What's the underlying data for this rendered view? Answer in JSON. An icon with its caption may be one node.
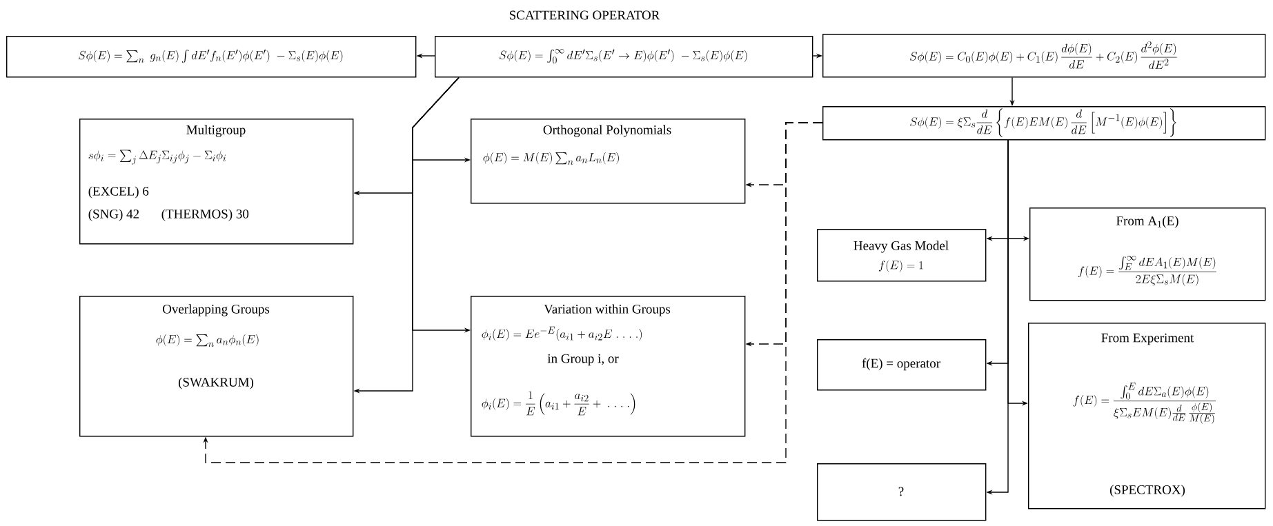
{
  "diagram": {
    "title": "SCATTERING OPERATOR",
    "nodes": [
      {
        "text": [
          "S\\phi(E) = \\sum_n\\ g_n(E)\\int dE'f_n(E')\\phi(E')\\ -\\Sigma_s(E)\\phi(E)"
        ]
      },
      {
        "text": [
          "S\\phi(E) = \\int_0^\\infty dE'\\Sigma_s(E'\\to E)\\phi(E')\\ -\\Sigma_s(E)\\phi(E)"
        ]
      },
      {
        "text": [
          "S\\phi(E) = C_0(E)\\phi(E) + C_1(E)\\,\\frac{d\\phi(E)}{dE} + C_2(E)\\,\\frac{d^2\\phi(E)}{dE^2}"
        ]
      },
      {
        "text": [
          "S\\phi(E) = \\xi\\Sigma_s\\frac{d}{dE}\\left\\{f(E)EM(E)\\,\\frac{d}{dE}\\left[M^{-1}(E)\\phi(E)\\right]\\right\\}"
        ]
      },
      {
        "text": [
          "Multigroup",
          "s\\phi_i = \\sum_j \\Delta E_j\\Sigma_{ij}\\phi_j - \\Sigma_i\\phi_i",
          "(EXCEL) 6",
          "(SNG) 42",
          "(THERMOS) 30"
        ]
      },
      {
        "text": [
          "Orthogonal Polynomials",
          "\\phi(E) = M(E)\\sum_n a_nL_n(E)"
        ]
      },
      {
        "text": [
          "Overlapping Groups",
          "\\phi(E) = \\sum_n a_n\\phi_n(E)",
          "(SWAKRUM)"
        ]
      },
      {
        "text": [
          "Variation within Groups",
          "\\phi_i(E) = Ee^{-E}(a_{i1}+a_{i2}E\\;.\\;.\\;.\\;.)",
          "in Group i, or",
          "\\phi_i(E) = \\frac{1}{E}\\left(a_{i1}+\\frac{a_{i2}}{E}+\\;.\\;.\\;.\\;.\\right)"
        ]
      },
      {
        "text": [
          "Heavy Gas Model",
          "f(E) = 1"
        ]
      },
      {
        "text": [
          "From A$_{1}$(E)",
          "f(E) = \\frac{\\int_E^\\infty dEA_1(E)M(E)}{2E\\xi\\Sigma_sM(E)}"
        ]
      },
      {
        "text": [
          "f(E) = operator"
        ]
      },
      {
        "text": [
          "From Experiment",
          "f(E) = \\frac{\\int_0^E dE\\Sigma_a(E)\\phi(E)}{\\xi\\Sigma_sEM(E)\\frac{d}{dE}\\,\\frac{\\phi(E)}{M(E)}}",
          "(SPECTROX)"
        ]
      },
      {
        "text": [
          "?"
        ]
      }
    ],
    "edges": [
      {
        "from": 1,
        "to": 0,
        "arrow": "to"
      },
      {
        "from": 1,
        "to": 2,
        "arrow": "to"
      },
      {
        "from": 2,
        "to": 3,
        "arrow": "to"
      },
      {
        "from": 1,
        "to": 4,
        "arrow": "to"
      },
      {
        "from": 1,
        "to": 5,
        "arrow": "to"
      },
      {
        "from": 1,
        "to": 6,
        "arrow": "to"
      },
      {
        "from": 1,
        "to": 7,
        "arrow": "to"
      },
      {
        "from": 3,
        "to": 5,
        "arrow": "to",
        "style": "dashed"
      },
      {
        "from": 3,
        "to": 7,
        "arrow": "to",
        "style": "dashed"
      },
      {
        "from": 3,
        "to": 6,
        "arrow": "to",
        "style": "dashed"
      },
      {
        "from": 3,
        "to": 8,
        "arrow": "to"
      },
      {
        "from": 3,
        "to": 9,
        "arrow": "to"
      },
      {
        "from": 3,
        "to": 10,
        "arrow": "to"
      },
      {
        "from": 3,
        "to": 11,
        "arrow": "to"
      },
      {
        "from": 3,
        "to": 12,
        "arrow": "to"
      }
    ]
  }
}
